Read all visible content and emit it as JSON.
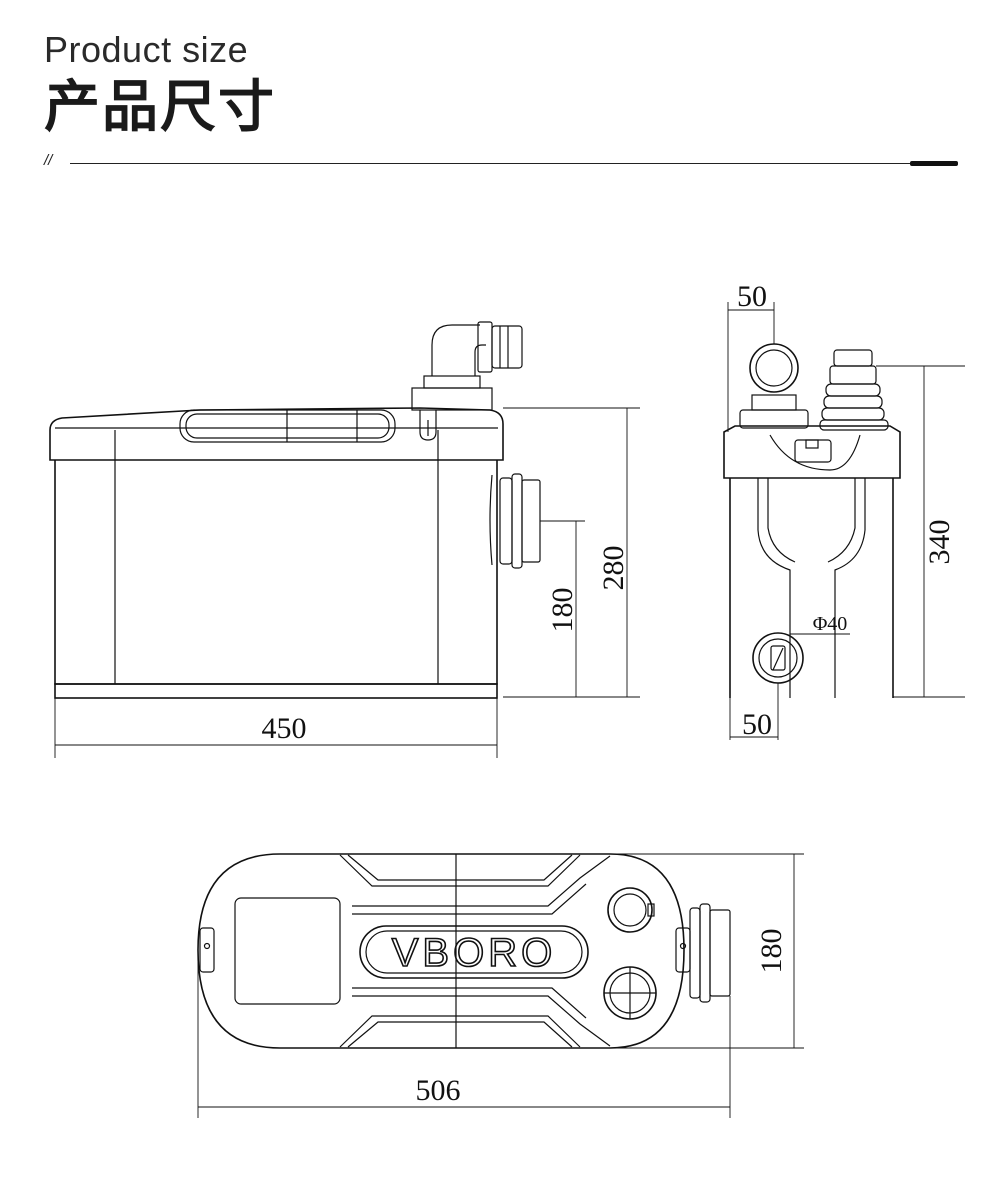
{
  "header": {
    "title_en": "Product size",
    "title_zh": "产品尺寸",
    "divider_mark": "//"
  },
  "logo_text": "VBORO",
  "dimensions": {
    "front_width": "450",
    "front_height": "280",
    "front_outlet_height": "180",
    "side_top_offset": "50",
    "side_height": "340",
    "side_bottom_offset": "50",
    "side_inlet_diameter": "Φ40",
    "top_length": "506",
    "top_depth": "180"
  },
  "colors": {
    "line": "#111111",
    "background": "#ffffff"
  }
}
